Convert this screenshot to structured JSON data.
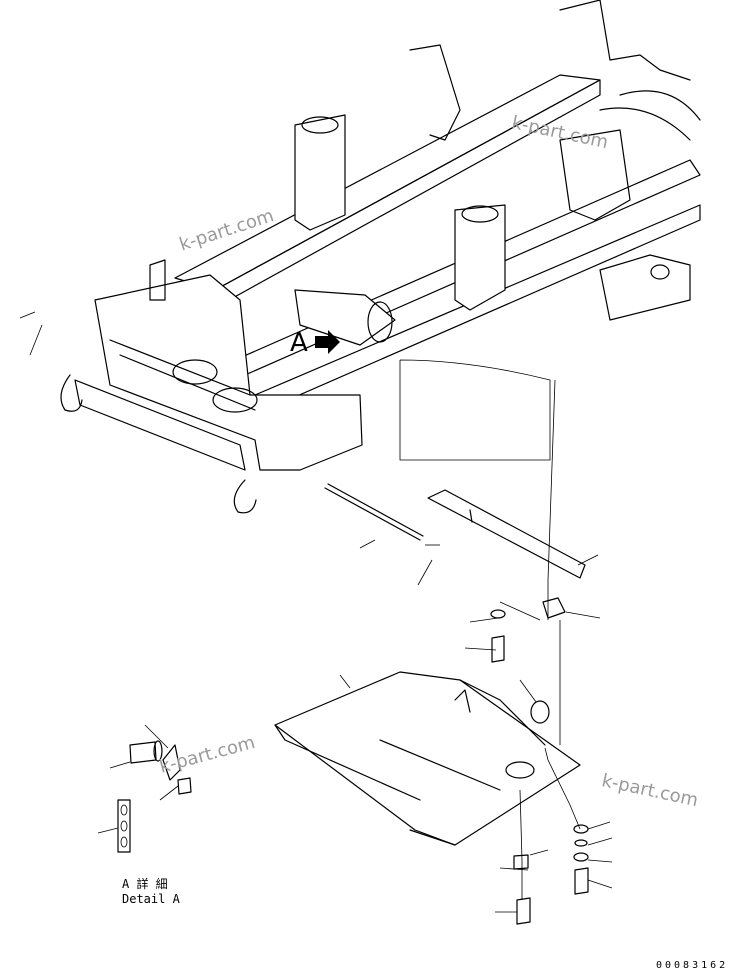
{
  "view_marker": "A",
  "detail": {
    "title_jp": "A 詳 細",
    "title_en": "Detail A"
  },
  "watermarks": [
    "k-part.com",
    "k-part.com",
    "k-part.com",
    "k-part.com"
  ],
  "drawing_number": "00083162"
}
